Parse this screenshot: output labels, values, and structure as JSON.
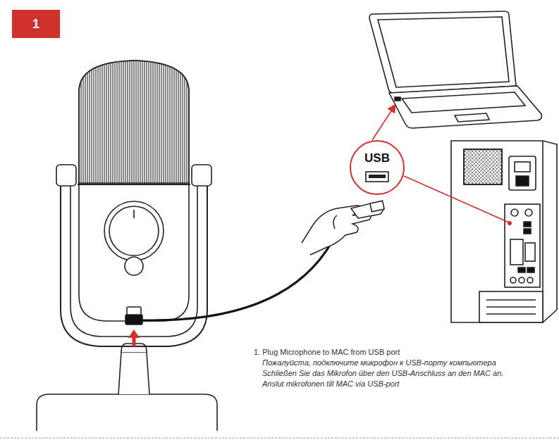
{
  "diagram": {
    "nodes": [
      {
        "text": [
          "1"
        ]
      },
      {
        "text": [
          "USB"
        ]
      }
    ],
    "labels": [
      "1. Plug Microphone to MAC from USB port",
      "Пожалуйста, подключите микрофон к USB-порту компьютера",
      "Schließen Sie das Mikrofon über den USB-Anschluss an den MAC an.",
      "Anslut mikrofonen till MAC via USB-port"
    ]
  }
}
